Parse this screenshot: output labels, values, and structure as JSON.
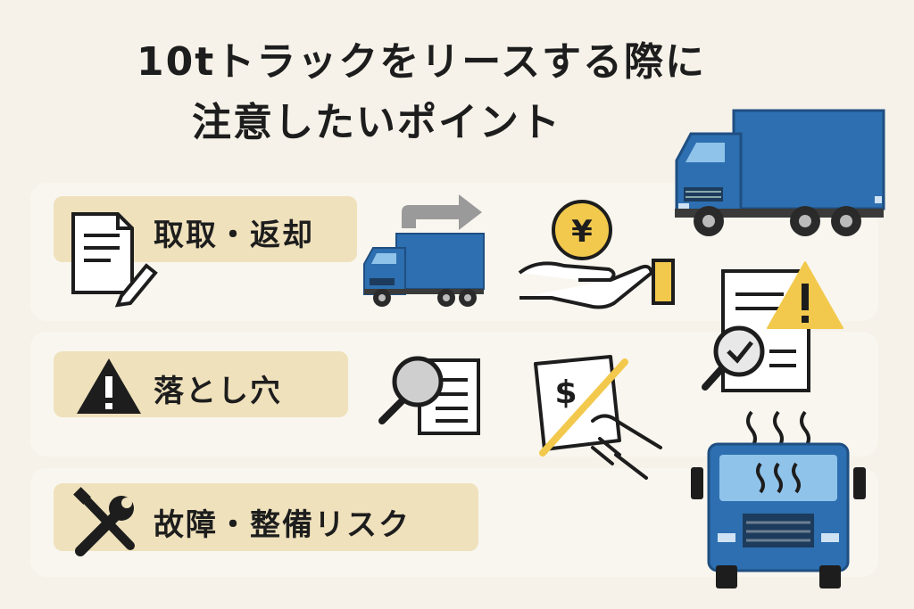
{
  "title": {
    "line1": "10tトラックをリースする際に",
    "line2": "注意したいポイント"
  },
  "sections": [
    {
      "label": "取取・返却",
      "icon": "document-pen-icon"
    },
    {
      "label": "落とし穴",
      "icon": "warning-icon"
    },
    {
      "label": "故障・整備リスク",
      "icon": "tools-icon"
    }
  ],
  "illustrations": {
    "coin_symbol": "¥",
    "invoice_symbol": "$",
    "items": [
      "truck-large-icon",
      "truck-return-arrow-icon",
      "yen-coin-hand-icon",
      "contract-warning-check-icon",
      "magnifier-document-icon",
      "crossed-invoice-hand-icon",
      "overheating-truck-icon"
    ]
  },
  "colors": {
    "truck_blue": "#2d6fb0",
    "pill": "#efe1bc",
    "accent_yellow": "#f2c94c",
    "background": "#f6f2e9"
  }
}
